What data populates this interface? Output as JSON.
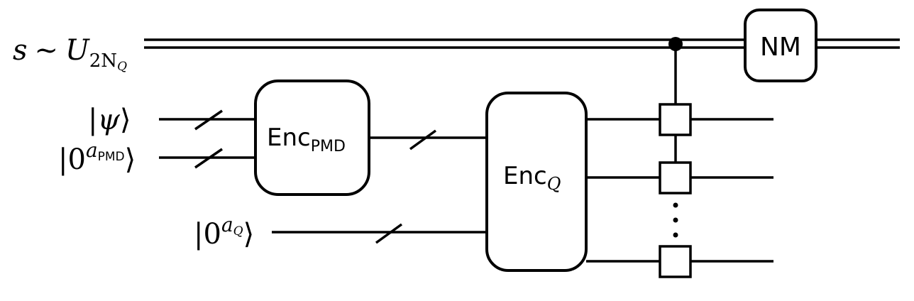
{
  "inputs": {
    "shared_randomness": {
      "var": "s",
      "tilde": "~",
      "dist": "U",
      "sub": "2N",
      "subsub": "Q"
    },
    "psi": {
      "open": "|",
      "sym": "ψ",
      "close": "⟩"
    },
    "anc_pmd": {
      "open": "|0",
      "sup": "a",
      "supsub": "PMD",
      "close": "⟩"
    },
    "anc_q": {
      "open": "|0",
      "sup": "a",
      "supsub": "Q",
      "close": "⟩"
    }
  },
  "gates": {
    "enc_pmd": {
      "base": "Enc",
      "sub": "PMD"
    },
    "enc_q": {
      "base": "Enc",
      "sub": "Q"
    },
    "nm": {
      "label": "NM"
    }
  },
  "continuation": {
    "dots": "⋮"
  }
}
